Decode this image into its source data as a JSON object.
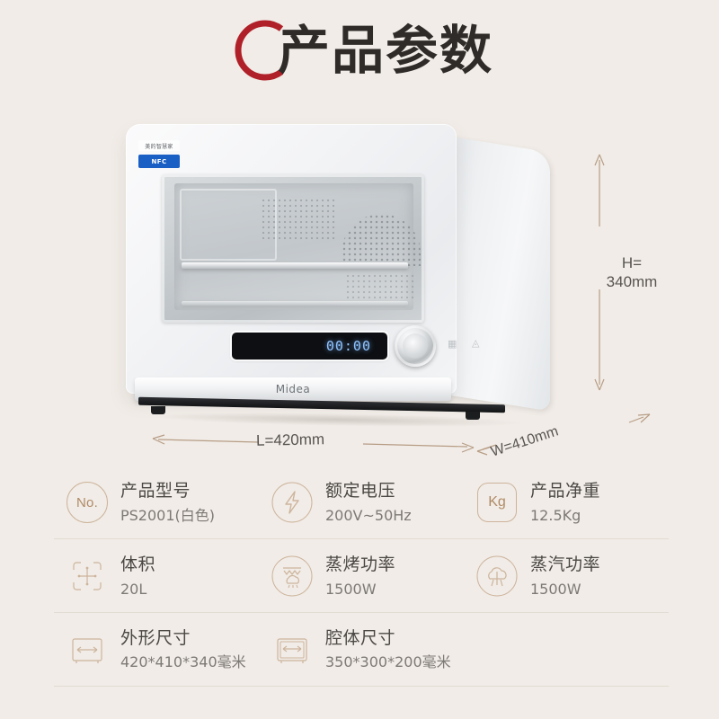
{
  "title": {
    "text": "产品参数",
    "arc_color": "#b02028"
  },
  "product": {
    "badge_logo": "美的智慧家",
    "badge_nfc": "NFC",
    "display_time": "00:00",
    "brand_logo": "Midea",
    "panel_icon_grid": "grid-icon",
    "panel_icon_drop": "water-drop-icon"
  },
  "dimensions": {
    "height_label": "H=\n340mm",
    "height_line1": "H=",
    "height_line2": "340mm",
    "length_label": "L=420mm",
    "width_label": "W=410mm",
    "line_color": "#b79d86"
  },
  "spec_table": {
    "rows": [
      [
        {
          "icon": "no-circle-icon",
          "icon_text": "No.",
          "label": "产品型号",
          "value": "PS2001(白色)"
        },
        {
          "icon": "lightning-bolt-icon",
          "icon_text": "",
          "label": "额定电压",
          "value": "200V~50Hz"
        },
        {
          "icon": "kg-weight-icon",
          "icon_text": "Kg",
          "label": "产品净重",
          "value": "12.5Kg"
        }
      ],
      [
        {
          "icon": "volume-crosshair-icon",
          "icon_text": "",
          "label": "体积",
          "value": "20L"
        },
        {
          "icon": "steam-bake-icon",
          "icon_text": "",
          "label": "蒸烤功率",
          "value": "1500W"
        },
        {
          "icon": "steam-cloud-icon",
          "icon_text": "",
          "label": "蒸汽功率",
          "value": "1500W"
        }
      ],
      [
        {
          "icon": "oven-outer-dimension-icon",
          "icon_text": "",
          "label": "外形尺寸",
          "value": "420*410*340毫米"
        },
        {
          "icon": "oven-cavity-dimension-icon",
          "icon_text": "",
          "label": "腔体尺寸",
          "value": "350*300*200毫米"
        },
        {
          "icon": "",
          "icon_text": "",
          "label": "",
          "value": ""
        }
      ]
    ]
  },
  "colors": {
    "background": "#f1ece7",
    "accent_red": "#b02028",
    "icon_tan": "#cdb49c",
    "label_dark": "#4a4744",
    "value_gray": "#7d7975"
  }
}
